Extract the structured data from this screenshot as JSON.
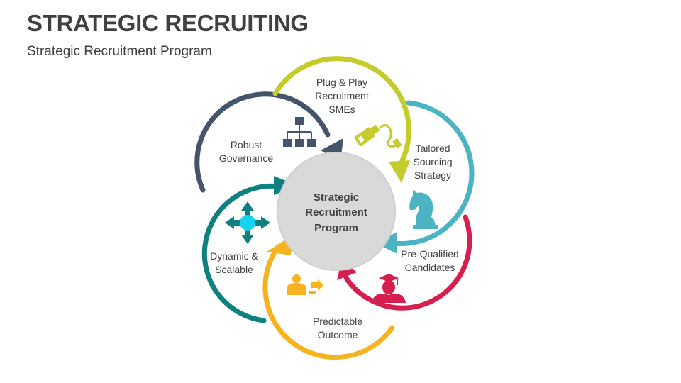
{
  "header": {
    "title": "STRATEGIC RECRUITING",
    "subtitle": "Strategic Recruitment Program"
  },
  "center": {
    "lines": [
      "Strategic",
      "Recruitment",
      "Program"
    ],
    "fill": "#d9d9d9"
  },
  "segments": [
    {
      "id": "plug-play",
      "lines": [
        "Plug & Play",
        "Recruitment",
        "SMEs"
      ],
      "color": "#c3cc2a",
      "icon": "usb-plug-icon"
    },
    {
      "id": "tailored-sourcing",
      "lines": [
        "Tailored",
        "Sourcing",
        "Strategy"
      ],
      "color": "#4bb3c1",
      "icon": "chess-knight-icon"
    },
    {
      "id": "pre-qualified",
      "lines": [
        "Pre-Qualified",
        "Candidates"
      ],
      "color": "#d61f4e",
      "icon": "graduate-icon"
    },
    {
      "id": "predictable-outcome",
      "lines": [
        "Predictable",
        "Outcome"
      ],
      "color": "#f5b31f",
      "icon": "person-arrow-icon"
    },
    {
      "id": "dynamic-scalable",
      "lines": [
        "Dynamic &",
        "Scalable"
      ],
      "color": "#0f7f7f",
      "icon": "move-arrows-icon"
    },
    {
      "id": "robust-governance",
      "lines": [
        "Robust",
        "Governance"
      ],
      "color": "#44546a",
      "icon": "org-chart-icon"
    }
  ]
}
